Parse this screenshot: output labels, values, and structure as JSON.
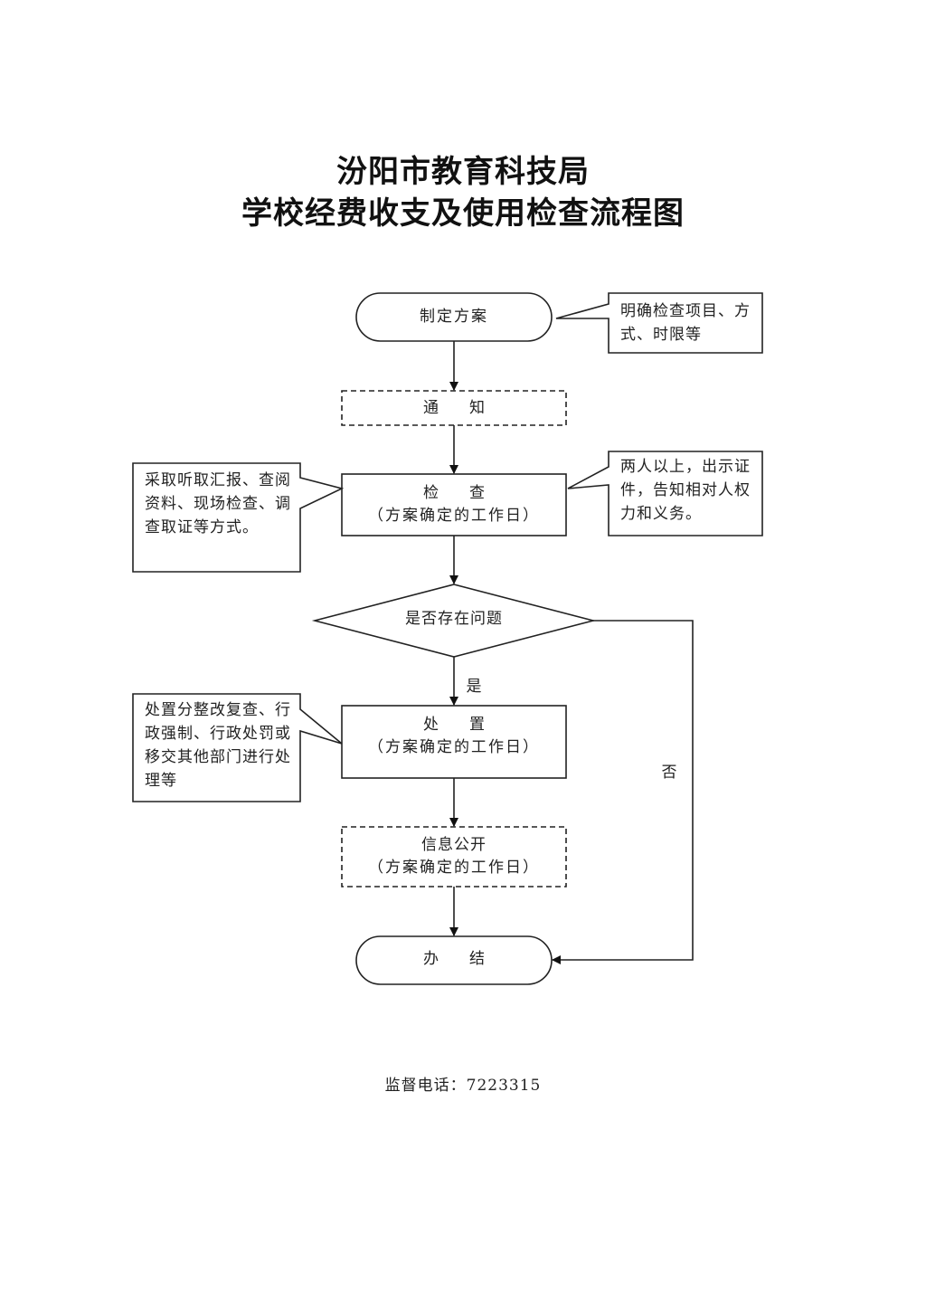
{
  "title": {
    "line1": "汾阳市教育科技局",
    "line2": "学校经费收支及使用检查流程图"
  },
  "nodes": {
    "plan": "制定方案",
    "notify": "通　　知",
    "inspect": {
      "title": "检　　查",
      "sub": "（方案确定的工作日）"
    },
    "decision": "是否存在问题",
    "handle": {
      "title": "处　　置",
      "sub": "（方案确定的工作日）"
    },
    "disclose": {
      "title": "信息公开",
      "sub": "（方案确定的工作日）"
    },
    "close": "办　　结"
  },
  "edges": {
    "yes_label": "是",
    "no_label": "否"
  },
  "notes": {
    "plan_note": "明确检查项目、方式、时限等",
    "inspect_left_note": "采取听取汇报、查阅资料、现场检查、调查取证等方式。",
    "inspect_right_note": "两人以上，出示证件，告知相对人权力和义务。",
    "handle_note": "处置分整改复查、行政强制、行政处罚或移交其他部门进行处理等"
  },
  "footer": {
    "supervision_phone": "监督电话：7223315"
  }
}
